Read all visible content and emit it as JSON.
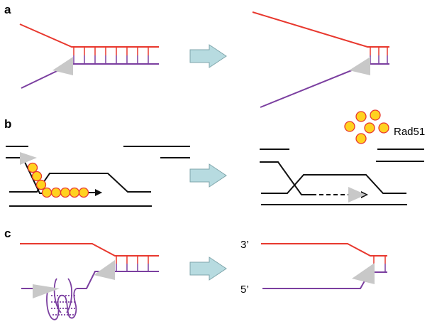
{
  "panels": {
    "a": {
      "label": "a"
    },
    "b": {
      "label": "b",
      "protein_label": "Rad51"
    },
    "c": {
      "label": "c",
      "end_top": "3’",
      "end_bottom": "5’"
    }
  },
  "colors": {
    "top_strand": "#e8382e",
    "bottom_strand": "#7b3fa0",
    "duplex": "#111111",
    "rad51_fill": "#ffd21f",
    "polymerase": "#c8c8c8",
    "transition_arrow": "#b7dbe0"
  },
  "icons": [
    "transition-arrow-icon",
    "polymerase-icon",
    "rad51-protein-icon",
    "g-quadruplex-icon"
  ]
}
